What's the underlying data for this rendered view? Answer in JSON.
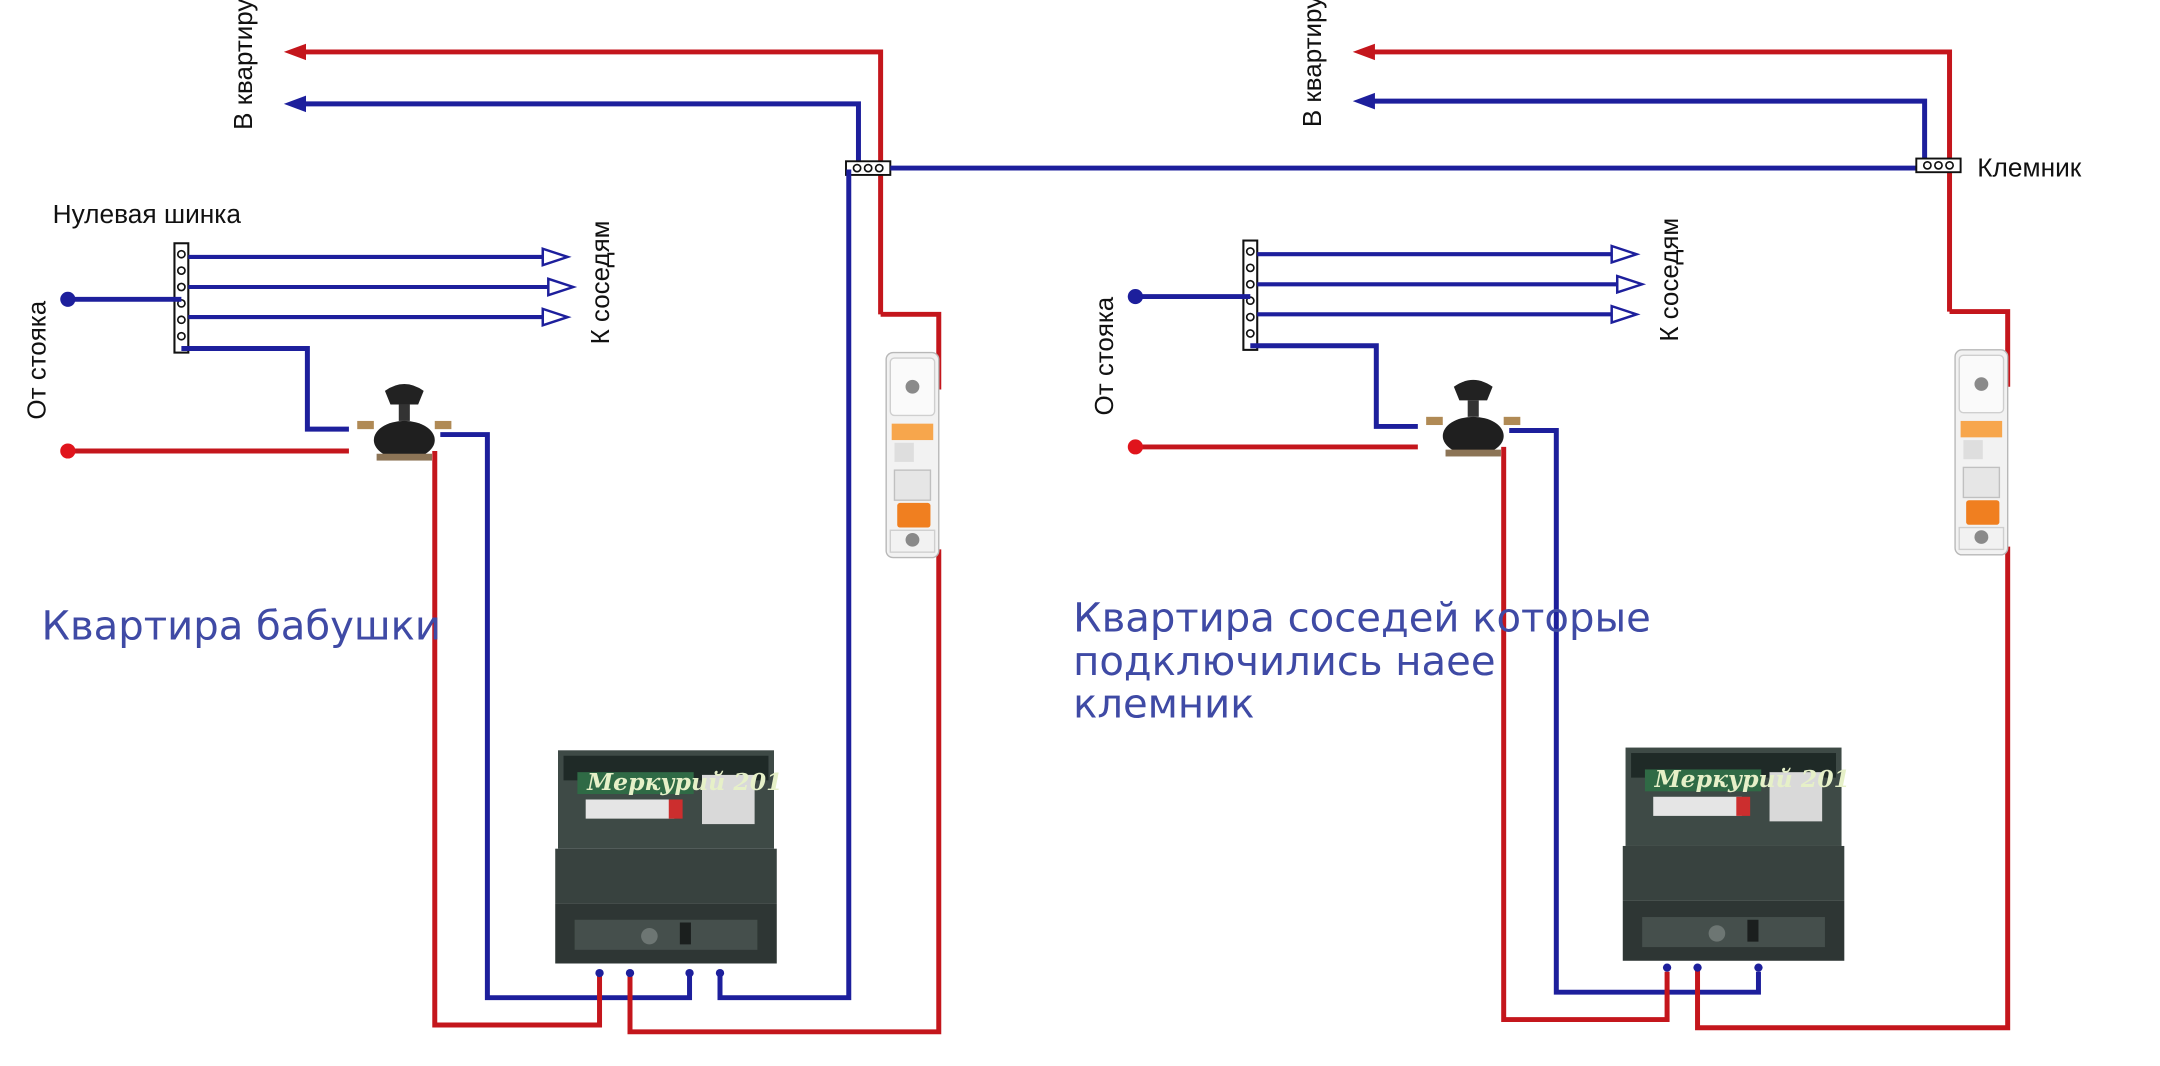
{
  "colors": {
    "phase": "#c4161c",
    "neutral": "#1d1f9c",
    "title": "#3f4aa5",
    "breaker_handle": "#f07f20",
    "meter_body": "#3a4440"
  },
  "left_panel": {
    "label_apartment_out": "В квартиру",
    "label_neutral_bus": "Нулевая шинка",
    "label_to_neighbors": "К соседям",
    "label_from_riser": "От стояка",
    "title": "Квартира бабушки",
    "meter_brand": "Меркурий 201"
  },
  "right_panel": {
    "label_apartment_out": "В квартиру",
    "label_terminal": "Клемник",
    "label_to_neighbors": "К соседям",
    "label_from_riser": "От стояка",
    "title_lines": [
      "Квартира соседей которые",
      "подключились наее",
      "клемник"
    ],
    "meter_brand": "Меркурий 201"
  }
}
